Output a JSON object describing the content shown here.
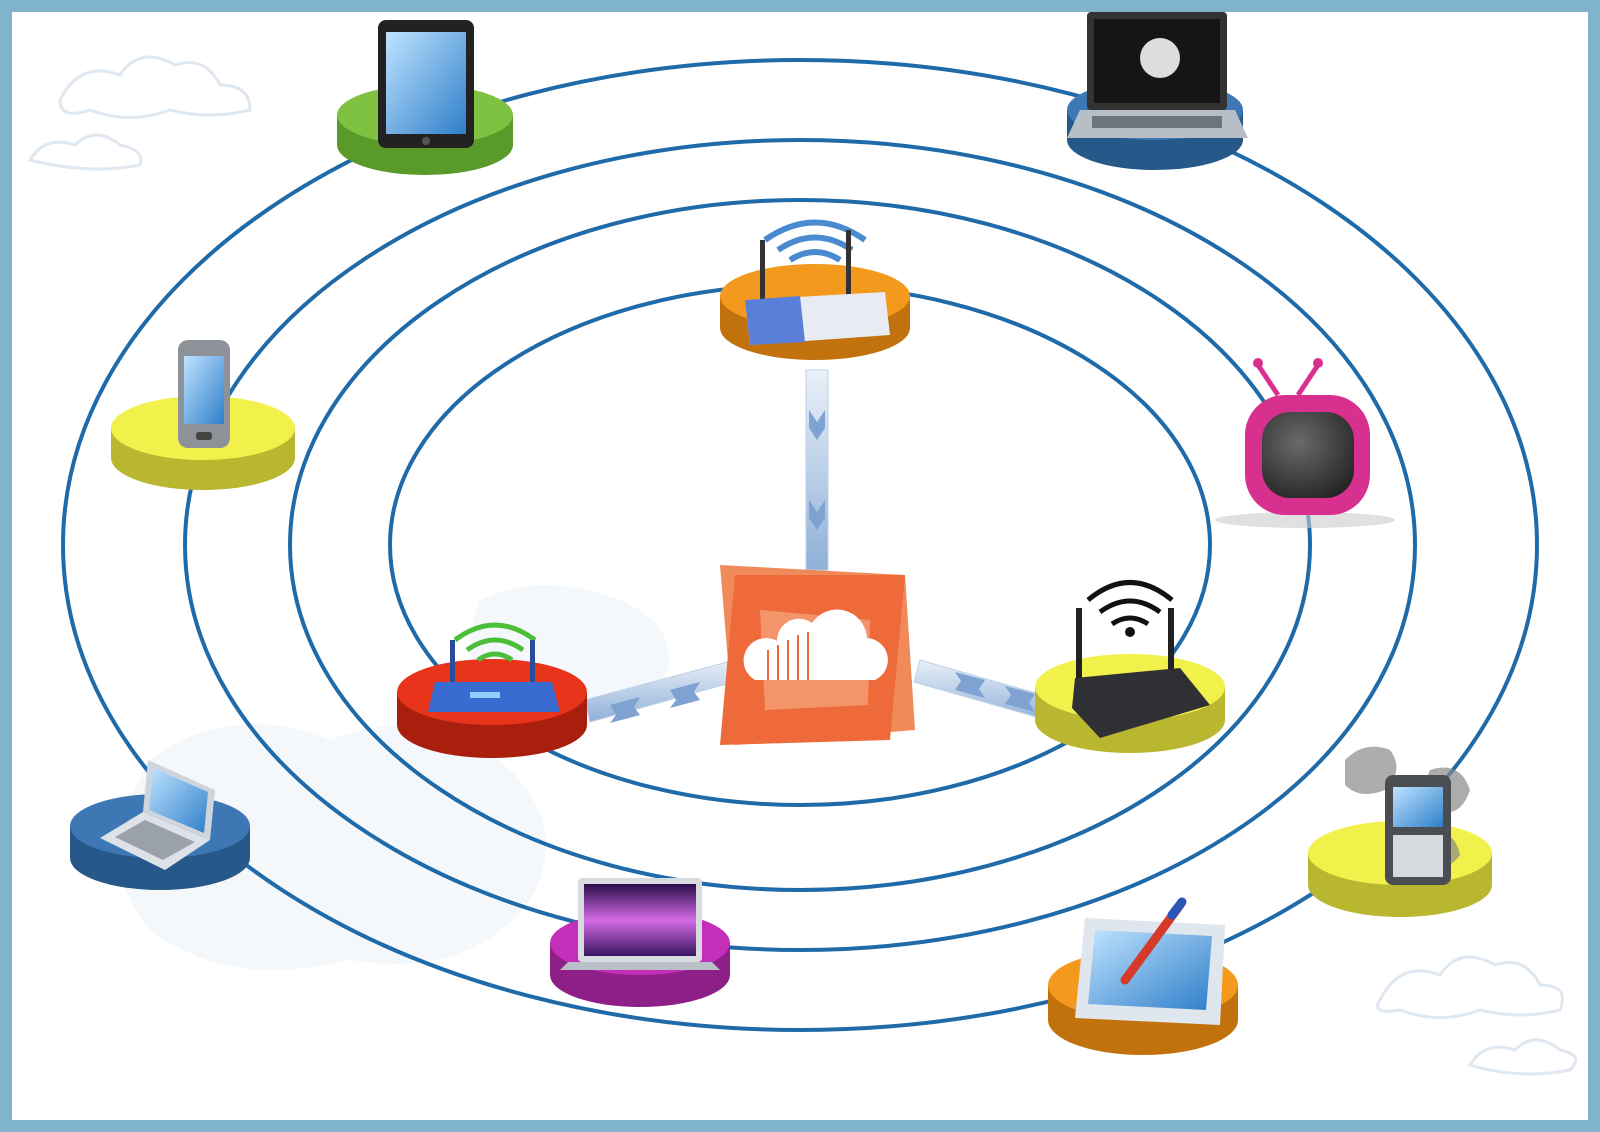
{
  "diagram": {
    "colors": {
      "frame": "#7fb4cc",
      "orbit": "#1f6aa8",
      "hub": "#ee6a3a",
      "connector": "#9bb6d9"
    },
    "hub": {
      "icon": "cloud-icon"
    },
    "nodes": [
      {
        "id": "tablet",
        "icon": "tablet-icon",
        "platform_color": "#7fc241"
      },
      {
        "id": "laptop-top",
        "icon": "laptop-icon",
        "platform_color": "#3d78b5"
      },
      {
        "id": "router-top",
        "icon": "wireless-router-icon",
        "platform_color": "#f39a1e"
      },
      {
        "id": "smartphone",
        "icon": "smartphone-icon",
        "platform_color": "#f2f04a"
      },
      {
        "id": "retro-tv",
        "icon": "retro-tv-icon",
        "platform_color": "#d8308f"
      },
      {
        "id": "router-left",
        "icon": "wireless-router-icon",
        "platform_color": "#e8341a"
      },
      {
        "id": "router-right",
        "icon": "wifi-router-icon",
        "platform_color": "#f2f04a"
      },
      {
        "id": "laptop-left",
        "icon": "laptop-icon",
        "platform_color": "#3d78b5"
      },
      {
        "id": "macbook",
        "icon": "laptop-icon",
        "platform_color": "#c42fb9"
      },
      {
        "id": "pen-tablet",
        "icon": "graphics-tablet-icon",
        "platform_color": "#f39a1e"
      },
      {
        "id": "qwerty-phone",
        "icon": "qwerty-phone-icon",
        "platform_color": "#f2f04a"
      }
    ]
  }
}
